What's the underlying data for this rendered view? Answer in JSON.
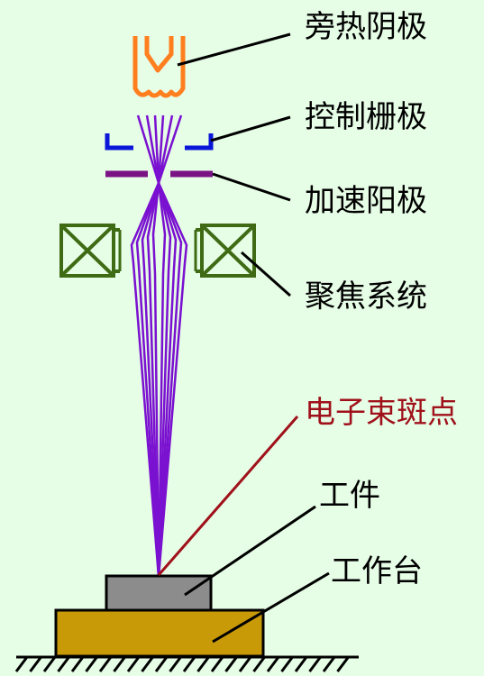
{
  "labels": {
    "indirect_heated_cathode": "旁热阴极",
    "control_grid": "控制栅极",
    "accelerating_anode": "加速阳极",
    "focusing_system": "聚焦系统",
    "electron_beam_spot": "电子束斑点",
    "workpiece": "工件",
    "worktable": "工作台"
  },
  "colors": {
    "background": "#e6fde6",
    "cathode": "#ff7f1f",
    "grid": "#0a16d8",
    "anode": "#7a1484",
    "beam": "#7a10d0",
    "coil": "#3f6b14",
    "beam_spot_label": "#a0101a",
    "workpiece": "#8c8c8c",
    "worktable": "#c99a08",
    "leader": "#000000"
  }
}
